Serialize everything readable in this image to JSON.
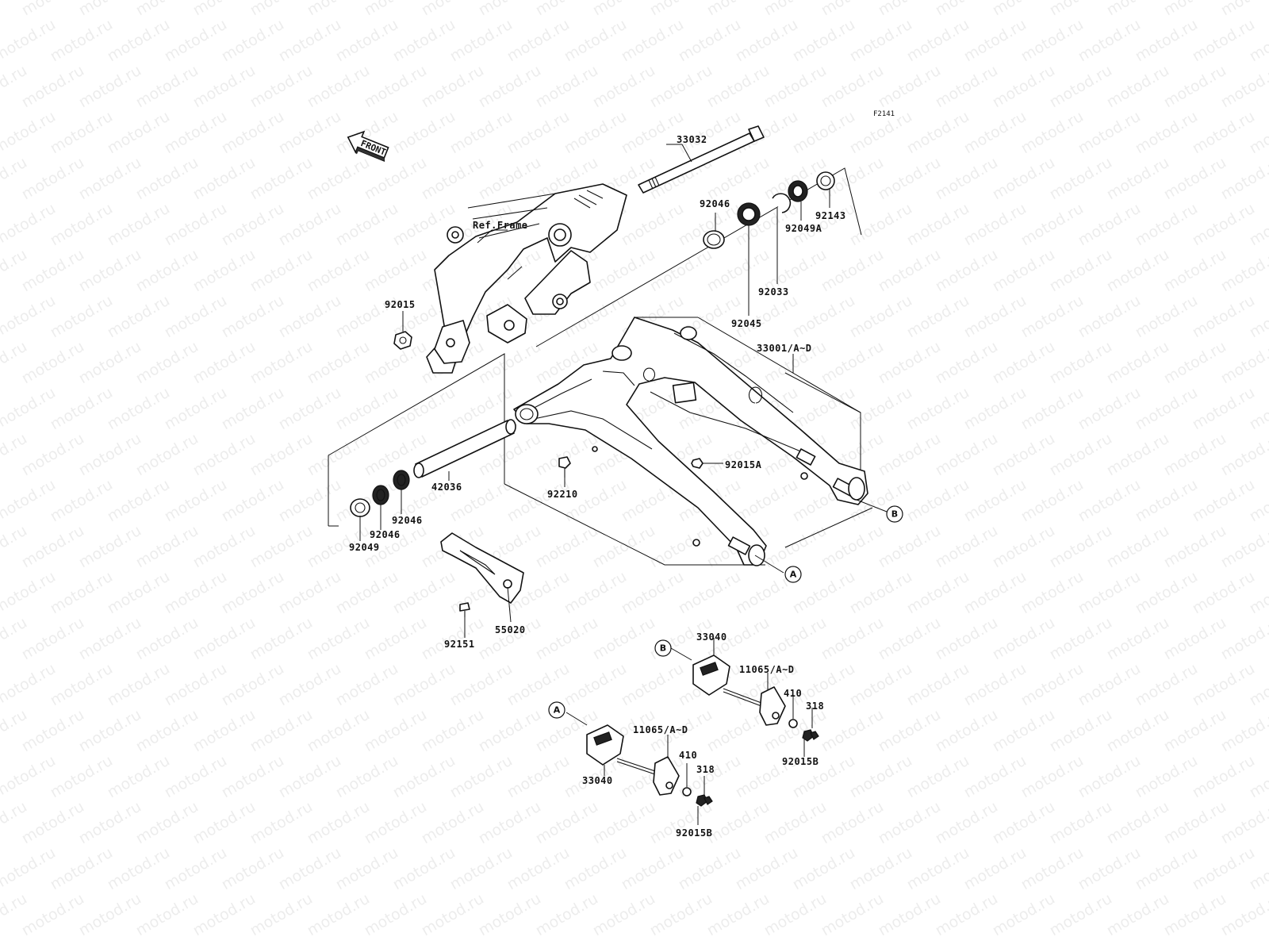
{
  "diagram_code": "F2141",
  "front_label": "FRONT",
  "ref_frame_label": "Ref.Frame",
  "watermark_text": "motod.ru",
  "parts": {
    "shaft": "33032",
    "nut_frame": "92015",
    "bearing_right": "92046",
    "seal_right": "92045",
    "circlip": "92033",
    "seal_49a": "92049A",
    "collar_right": "92143",
    "swingarm": "33001/A~D",
    "nut_15a": "92015A",
    "bolt_92210": "92210",
    "sleeve": "42036",
    "bearing_left_a": "92046",
    "bearing_left_b": "92046",
    "seal_left": "92049",
    "chain_guide": "55020",
    "screw": "92151",
    "adjuster_b": "33040",
    "adjuster_a": "33040",
    "bolt_b": "11065/A~D",
    "bolt_a": "11065/A~D",
    "washer_b": "410",
    "washer_a": "410",
    "nut_318_b": "318",
    "nut_318_a": "318",
    "nut_15b_b": "92015B",
    "nut_15b_a": "92015B"
  },
  "callouts": {
    "a": "A",
    "b": "B"
  }
}
